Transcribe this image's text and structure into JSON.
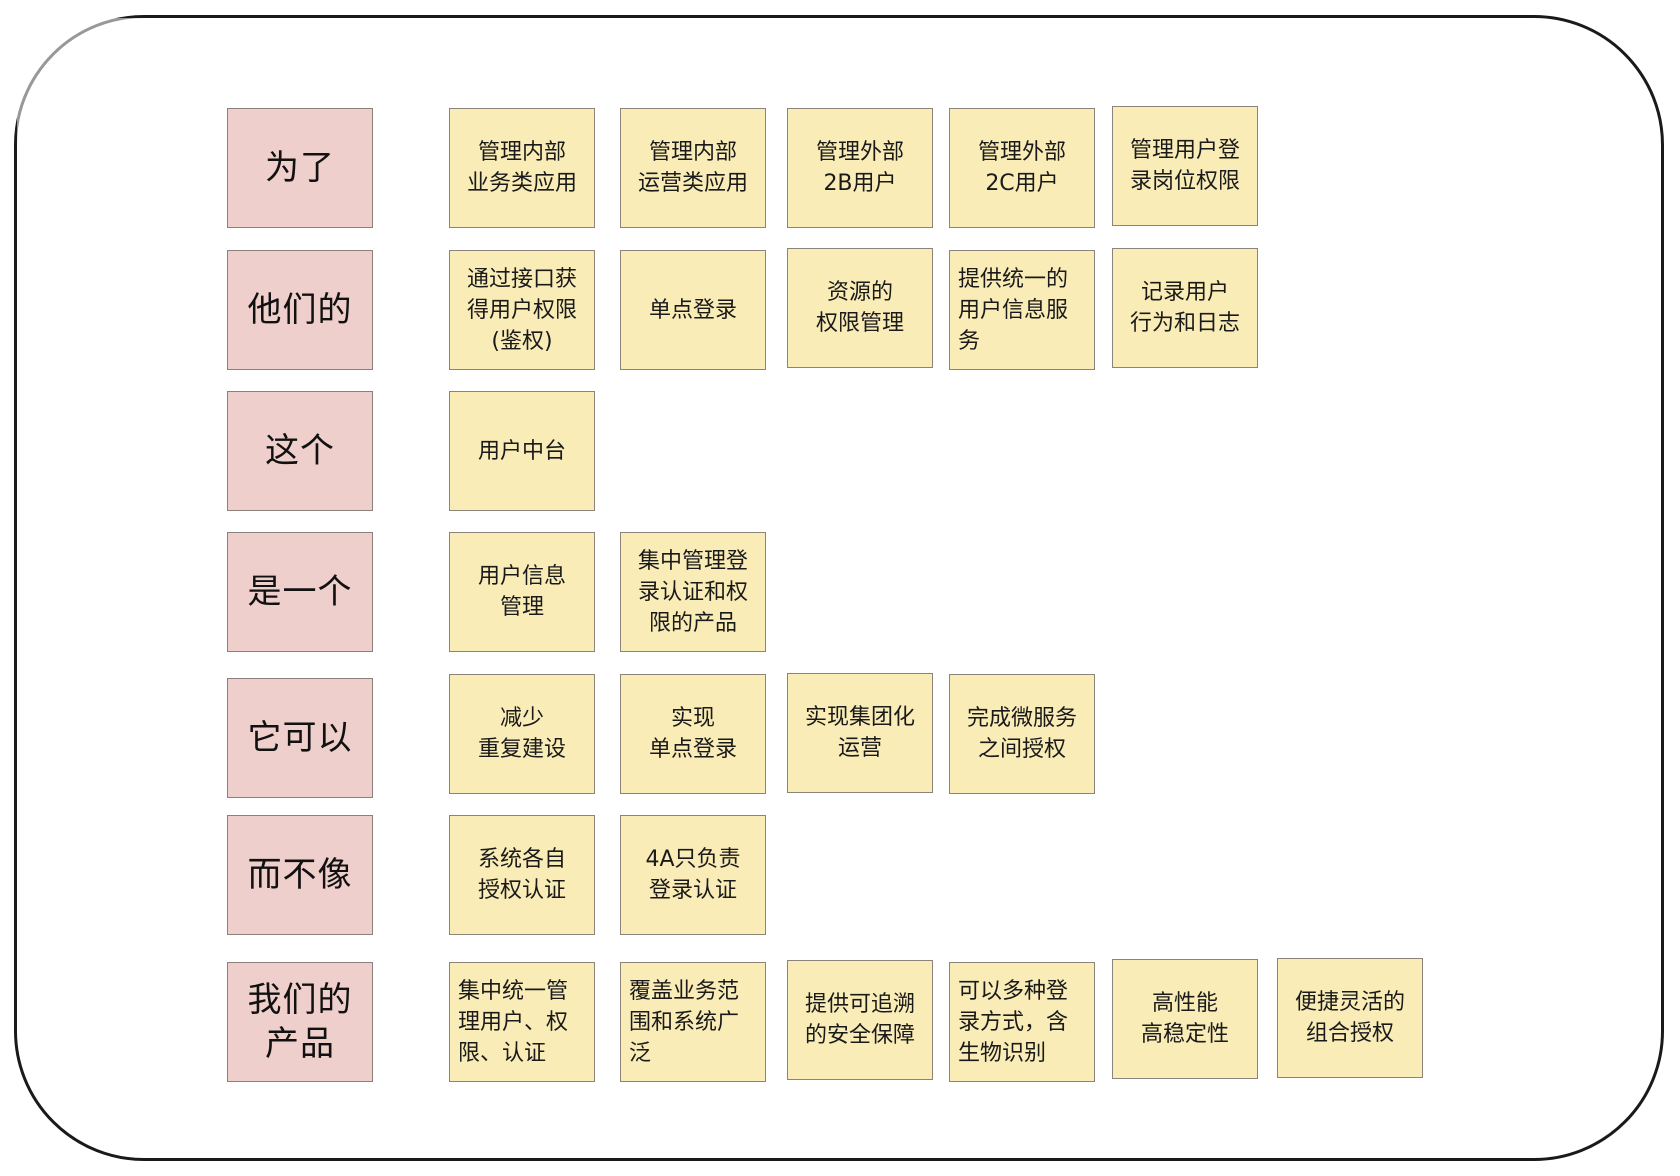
{
  "canvas": {
    "background": "#ffffff",
    "frame_color": "#1a1a1a",
    "label_color": "#efcfcb",
    "card_color": "#f9ecb7"
  },
  "rows": [
    {
      "label": "为了",
      "cards": [
        {
          "text": "管理内部\n业务类应用",
          "align": "center"
        },
        {
          "text": "管理内部\n运营类应用",
          "align": "center"
        },
        {
          "text": "管理外部\n2B用户",
          "align": "center"
        },
        {
          "text": "管理外部\n2C用户",
          "align": "center"
        },
        {
          "text": "管理用户登\n录岗位权限",
          "align": "center"
        }
      ]
    },
    {
      "label": "他们的",
      "cards": [
        {
          "text": "通过接口获\n得用户权限\n(鉴权)",
          "align": "center"
        },
        {
          "text": "单点登录",
          "align": "center"
        },
        {
          "text": "资源的\n权限管理",
          "align": "center"
        },
        {
          "text": "提供统一的\n用户信息服\n务",
          "align": "left"
        },
        {
          "text": "记录用户\n行为和日志",
          "align": "center"
        }
      ]
    },
    {
      "label": "这个",
      "cards": [
        {
          "text": "用户中台",
          "align": "center"
        }
      ]
    },
    {
      "label": "是一个",
      "cards": [
        {
          "text": "用户信息\n管理",
          "align": "center"
        },
        {
          "text": "集中管理登\n录认证和权\n限的产品",
          "align": "center"
        }
      ]
    },
    {
      "label": "它可以",
      "cards": [
        {
          "text": "减少\n重复建设",
          "align": "center"
        },
        {
          "text": "实现\n单点登录",
          "align": "center"
        },
        {
          "text": "实现集团化\n运营",
          "align": "center"
        },
        {
          "text": "完成微服务\n之间授权",
          "align": "center"
        }
      ]
    },
    {
      "label": "而不像",
      "cards": [
        {
          "text": "系统各自\n授权认证",
          "align": "center"
        },
        {
          "text": "4A只负责\n登录认证",
          "align": "center"
        }
      ]
    },
    {
      "label": "我们的\n产品",
      "cards": [
        {
          "text": "集中统一管\n理用户、权\n限、认证",
          "align": "left"
        },
        {
          "text": "覆盖业务范\n围和系统广\n泛",
          "align": "left"
        },
        {
          "text": "提供可追溯\n的安全保障",
          "align": "center"
        },
        {
          "text": "可以多种登\n录方式，含\n生物识别",
          "align": "left"
        },
        {
          "text": "高性能\n高稳定性",
          "align": "center"
        },
        {
          "text": "便捷灵活的\n组合授权",
          "align": "center"
        }
      ]
    }
  ]
}
